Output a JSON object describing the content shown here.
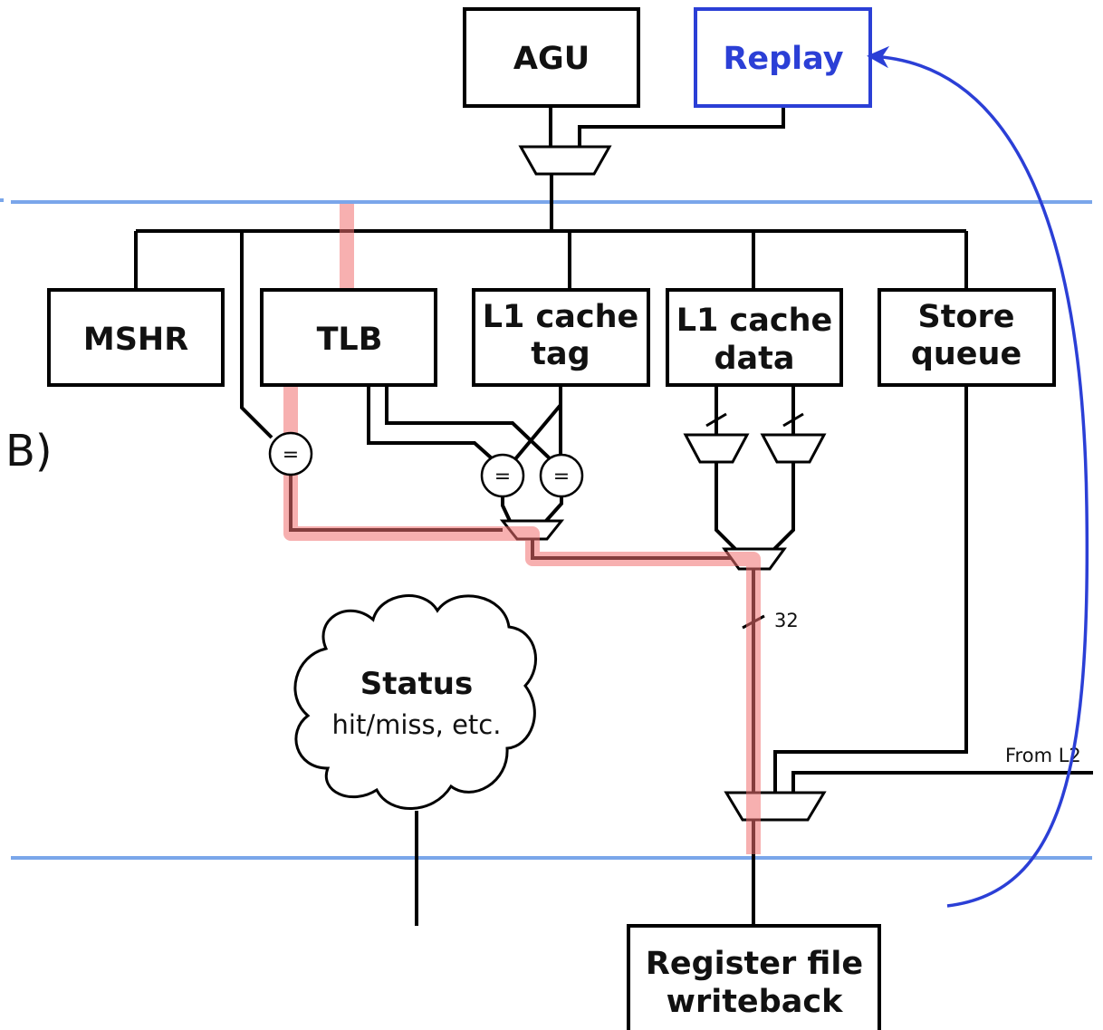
{
  "figure": {
    "part_label": "B)",
    "blocks": {
      "agu": "AGU",
      "replay": "Replay",
      "mshr": "MSHR",
      "tlb": "TLB",
      "l1_tag": [
        "L1 cache",
        "tag"
      ],
      "l1_data": [
        "L1 cache",
        "data"
      ],
      "store_queue": [
        "Store",
        "queue"
      ],
      "register_file": [
        "Register file",
        "writeback"
      ]
    },
    "status_cloud": {
      "title": "Status",
      "subtitle": "hit/miss, etc."
    },
    "bus_width_label": "32",
    "from_l2_label": "From L2",
    "comparator_symbol": "="
  },
  "colors": {
    "replay_accent": "#2b3fd6",
    "pipeline_stage_line": "#7aa6ea",
    "critical_path": "#f07070",
    "wire": "#000000"
  }
}
